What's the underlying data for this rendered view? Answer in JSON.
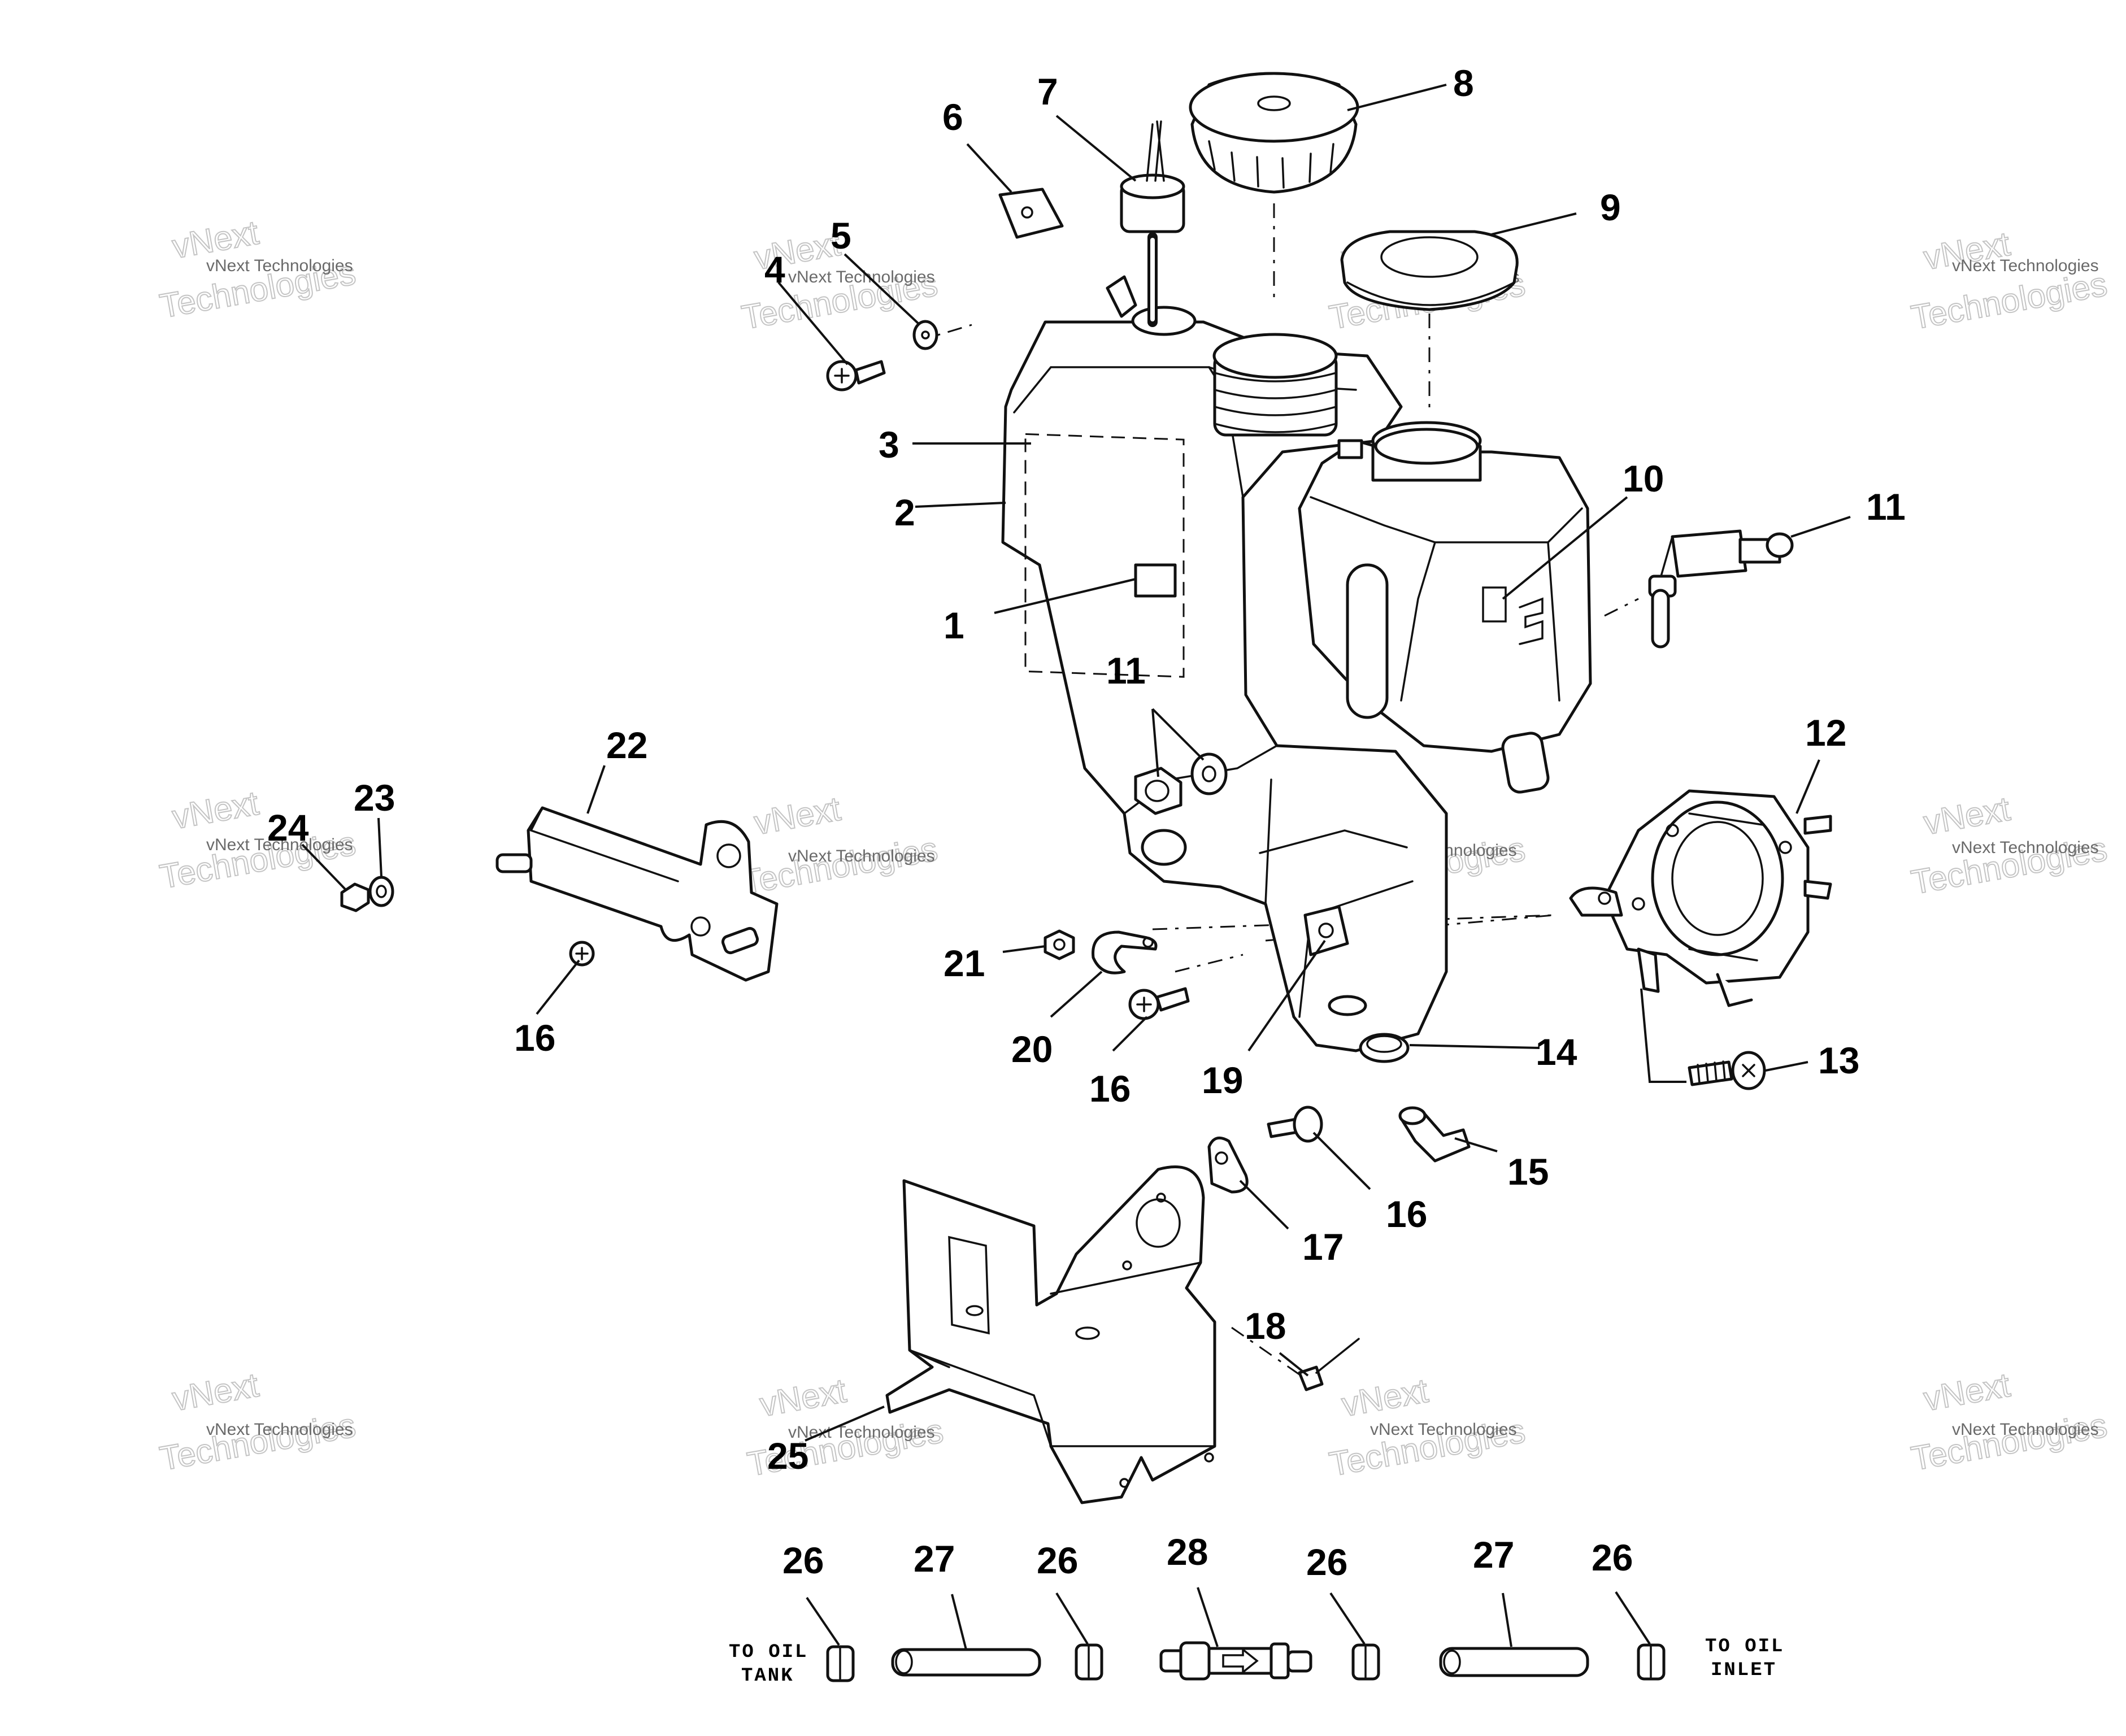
{
  "callouts": [
    "1",
    "2",
    "3",
    "4",
    "5",
    "6",
    "7",
    "8",
    "9",
    "10",
    "11",
    "11",
    "12",
    "13",
    "14",
    "15",
    "16",
    "16",
    "16",
    "17",
    "18",
    "19",
    "20",
    "21",
    "22",
    "23",
    "24",
    "25",
    "26",
    "26",
    "26",
    "26",
    "27",
    "27",
    "28"
  ],
  "notes": {
    "to_oil_tank": [
      "TO OIL",
      "TANK"
    ],
    "to_oil_inlet": [
      "TO OIL",
      "INLET"
    ]
  },
  "watermark": {
    "line": "vNext Technologies",
    "top": "vNext",
    "bottom": "Technologies"
  }
}
